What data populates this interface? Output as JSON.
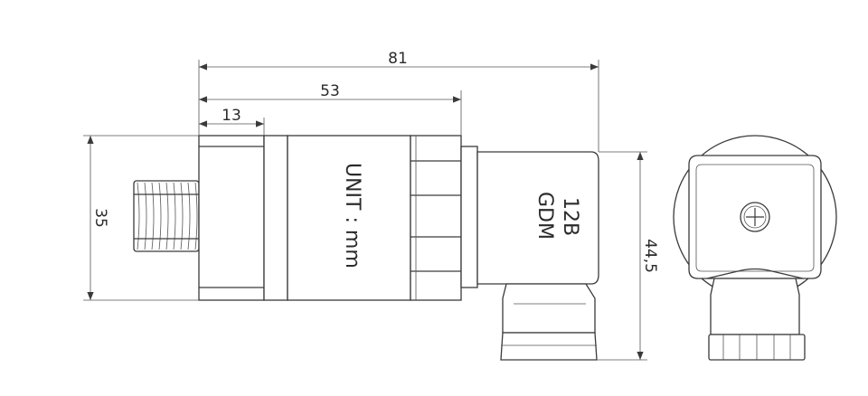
{
  "dimensions": {
    "overall_length": "81",
    "body_length": "53",
    "hex_length": "13",
    "diameter": "35",
    "height": "44,5"
  },
  "labels": {
    "unit": "UNIT : mm",
    "connector_line1": "12B",
    "connector_line2": "GDM"
  },
  "colors": {
    "line": "#3a3a3a",
    "background": "#ffffff"
  }
}
